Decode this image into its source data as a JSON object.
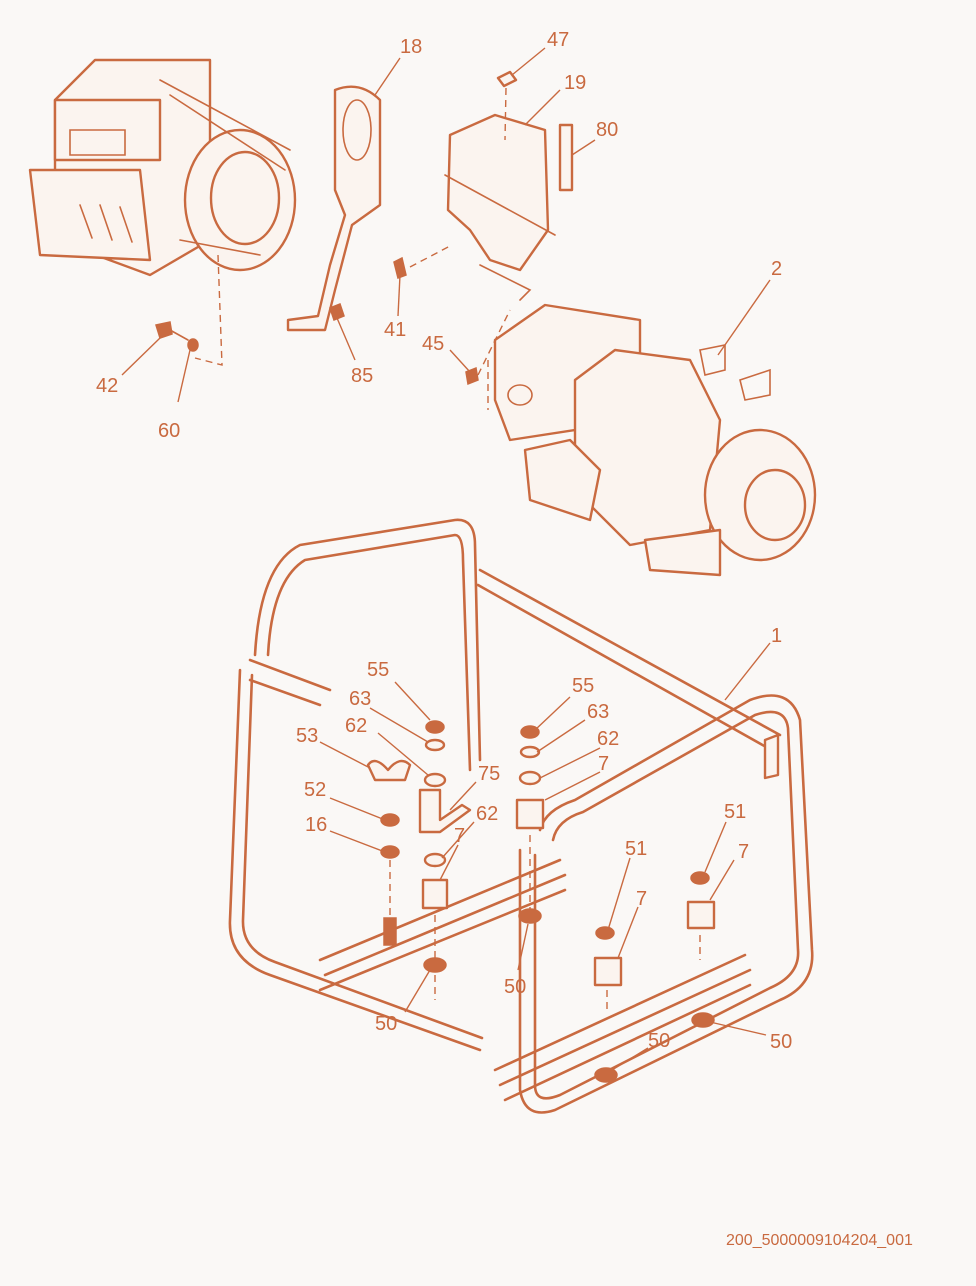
{
  "colors": {
    "line": "#c96a40",
    "background": "#faf8f6"
  },
  "drawing_id": "200_5000009104204_001",
  "callouts": [
    "47",
    "18",
    "19",
    "80",
    "2",
    "41",
    "45",
    "42",
    "85",
    "60",
    "1",
    "55",
    "63",
    "62",
    "53",
    "75",
    "52",
    "16",
    "7",
    "51",
    "50"
  ]
}
